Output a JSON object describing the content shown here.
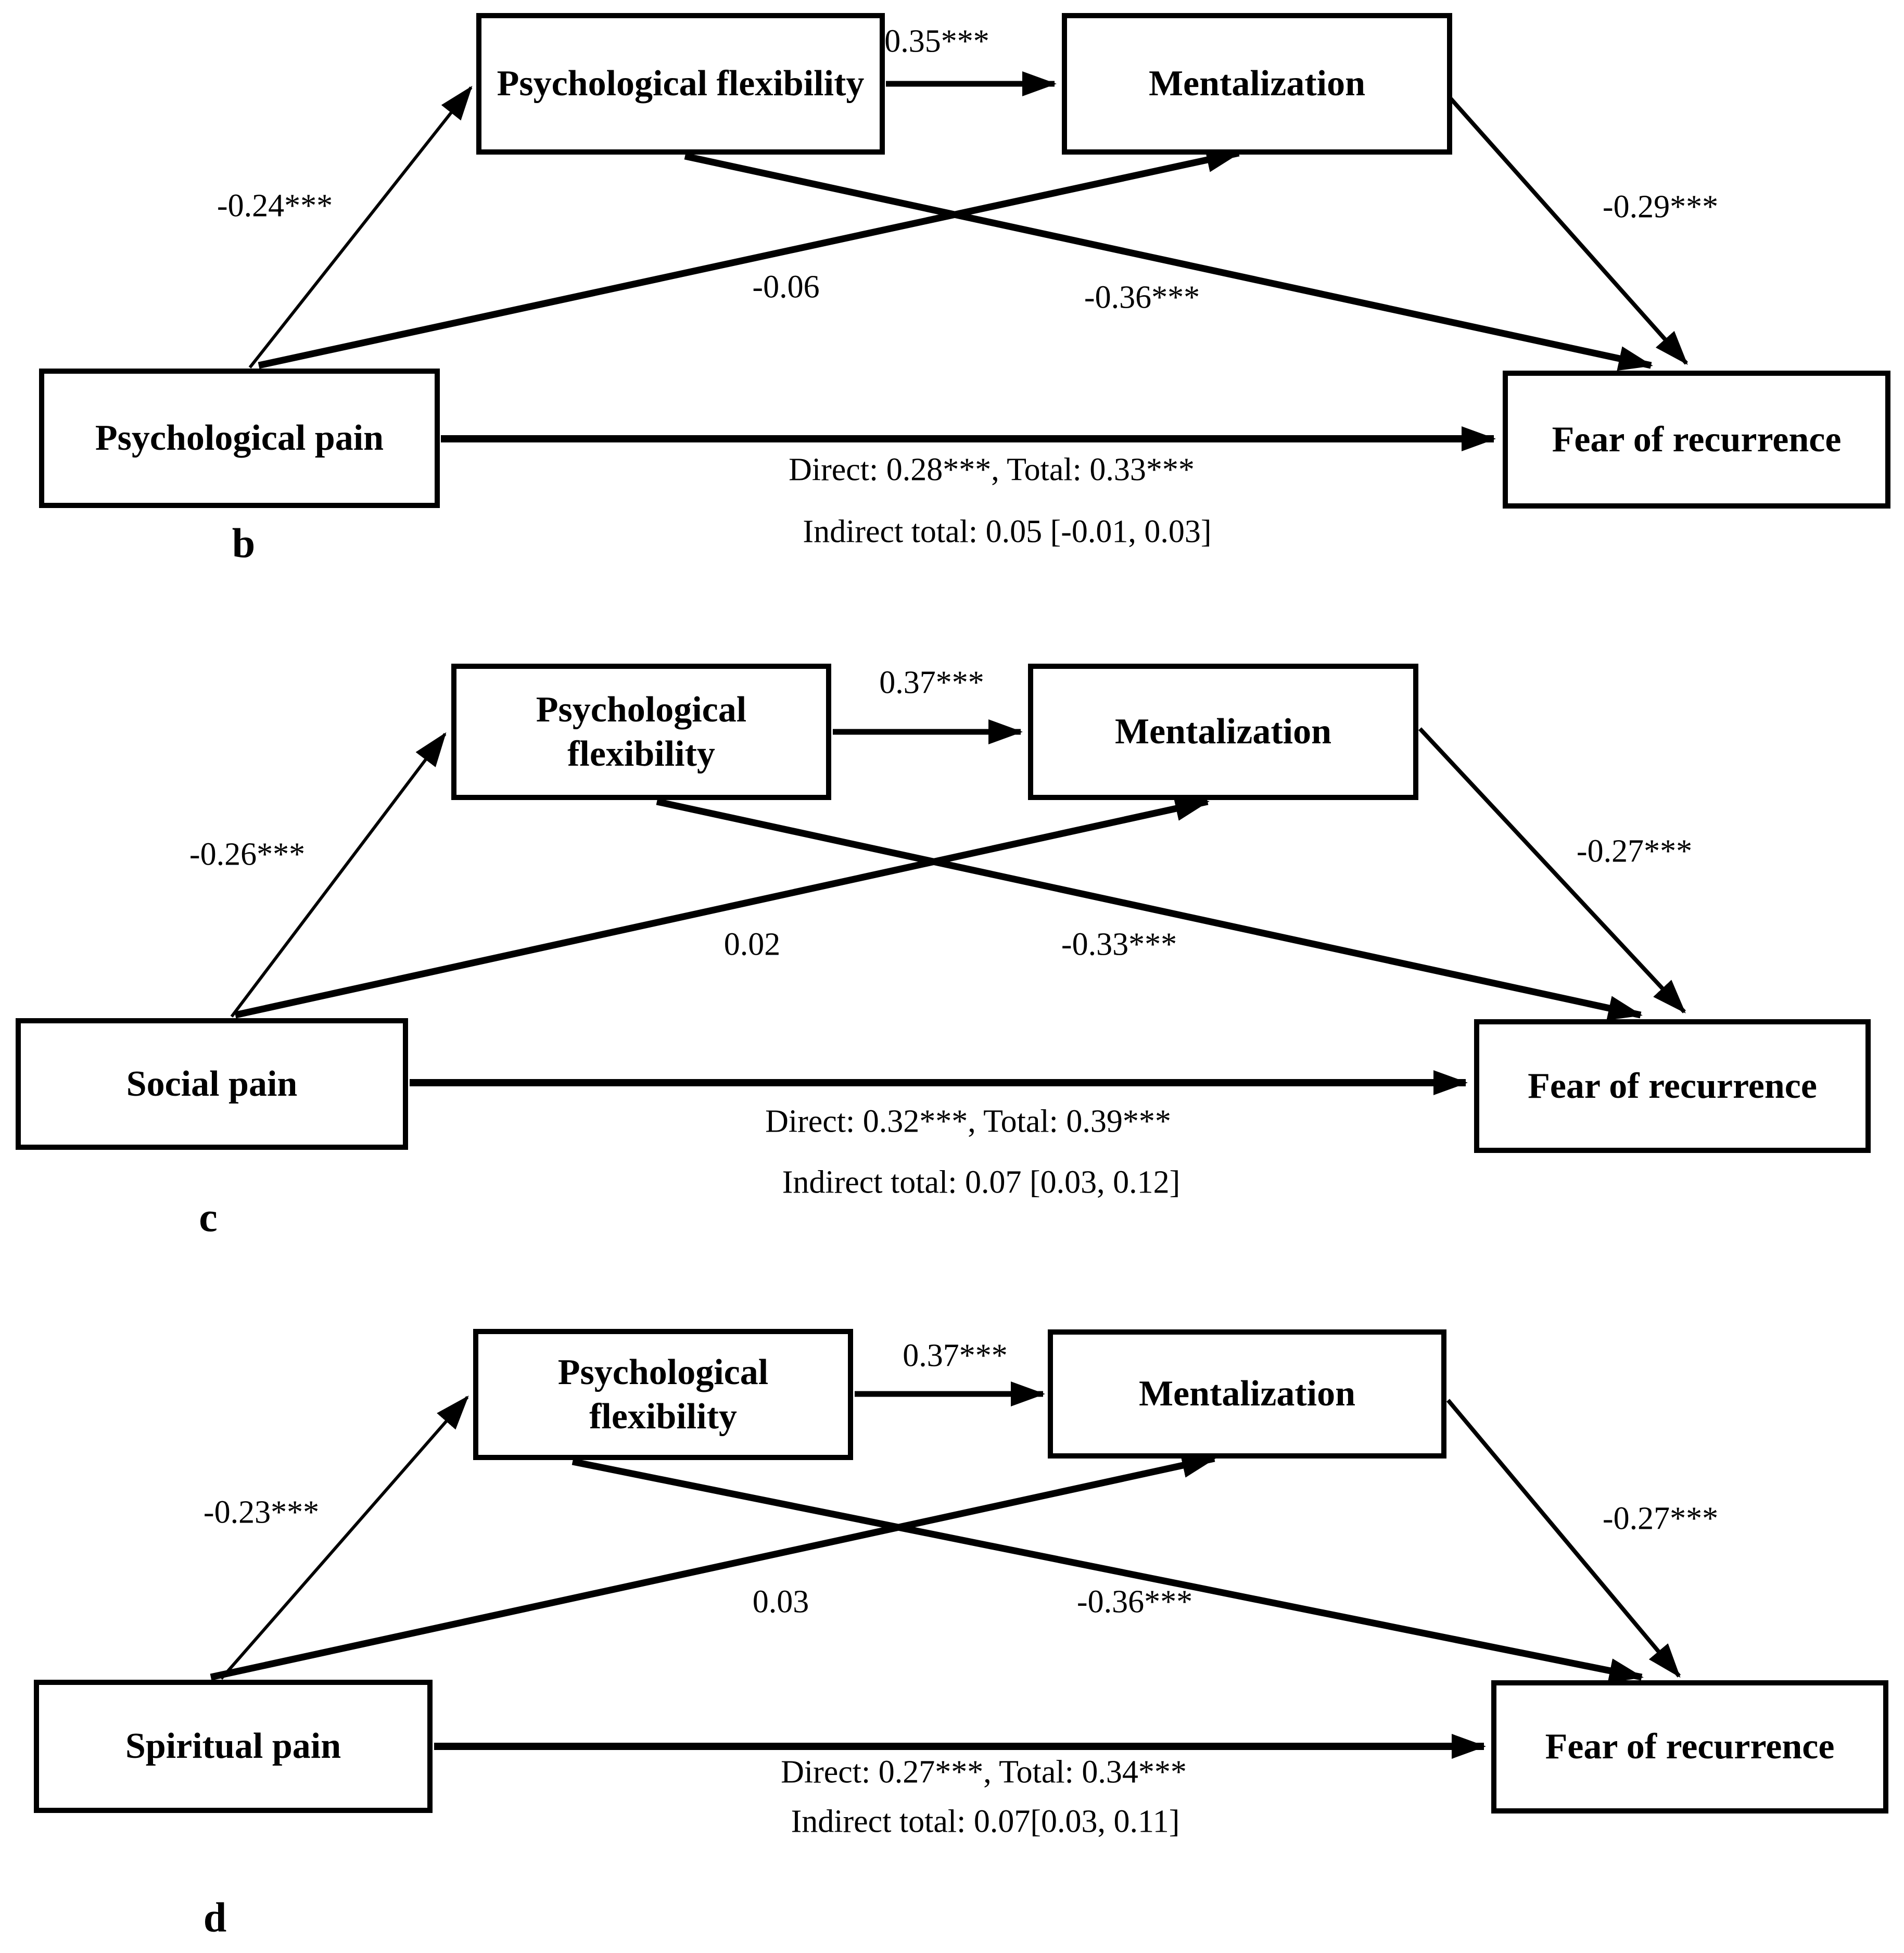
{
  "figure": {
    "background": "#ffffff",
    "line_color": "#000000",
    "type": "mediation-path-diagram"
  },
  "nodes": {
    "flexibility": "Psychological flexibility",
    "mentalization": "Mentalization",
    "fear": "Fear of recurrence"
  },
  "panels": [
    {
      "letter": "b",
      "predictor": "Psychological pain",
      "coef_pred_flex": "-0.24***",
      "coef_flex_ment": "0.35***",
      "coef_ment_fear": "-0.29***",
      "coef_pred_ment": "-0.06",
      "coef_flex_fear": "-0.36***",
      "direct_total": "Direct: 0.28***, Total: 0.33***",
      "indirect_total": "Indirect total: 0.05 [-0.01, 0.03]"
    },
    {
      "letter": "c",
      "predictor": "Social pain",
      "coef_pred_flex": "-0.26***",
      "coef_flex_ment": "0.37***",
      "coef_ment_fear": "-0.27***",
      "coef_pred_ment": "0.02",
      "coef_flex_fear": "-0.33***",
      "direct_total": "Direct: 0.32***, Total: 0.39***",
      "indirect_total": "Indirect total: 0.07 [0.03, 0.12]"
    },
    {
      "letter": "d",
      "predictor": "Spiritual pain",
      "coef_pred_flex": "-0.23***",
      "coef_flex_ment": "0.37***",
      "coef_ment_fear": "-0.27***",
      "coef_pred_ment": "0.03",
      "coef_flex_fear": "-0.36***",
      "direct_total": "Direct: 0.27***, Total: 0.34***",
      "indirect_total": "Indirect total: 0.07[0.03, 0.11]"
    }
  ]
}
